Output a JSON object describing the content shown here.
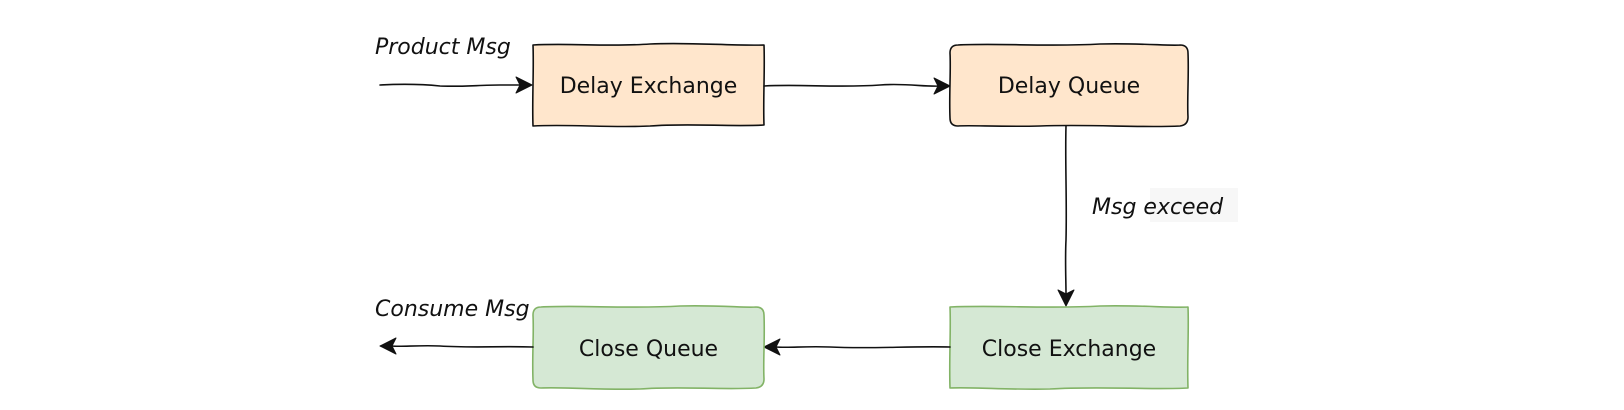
{
  "diagram": {
    "nodes": {
      "delay_exchange": {
        "label": "Delay Exchange",
        "fill": "#FFE6CC",
        "stroke": "#111111"
      },
      "delay_queue": {
        "label": "Delay Queue",
        "fill": "#FFE6CC",
        "stroke": "#111111"
      },
      "close_exchange": {
        "label": "Close Exchange",
        "fill": "#D5E8D4",
        "stroke": "#82B366"
      },
      "close_queue": {
        "label": "Close Queue",
        "fill": "#D5E8D4",
        "stroke": "#82B366"
      }
    },
    "edge_labels": {
      "product_msg": "Product Msg",
      "msg_exceed": "Msg exceed",
      "consume_msg": "Consume Msg"
    }
  }
}
